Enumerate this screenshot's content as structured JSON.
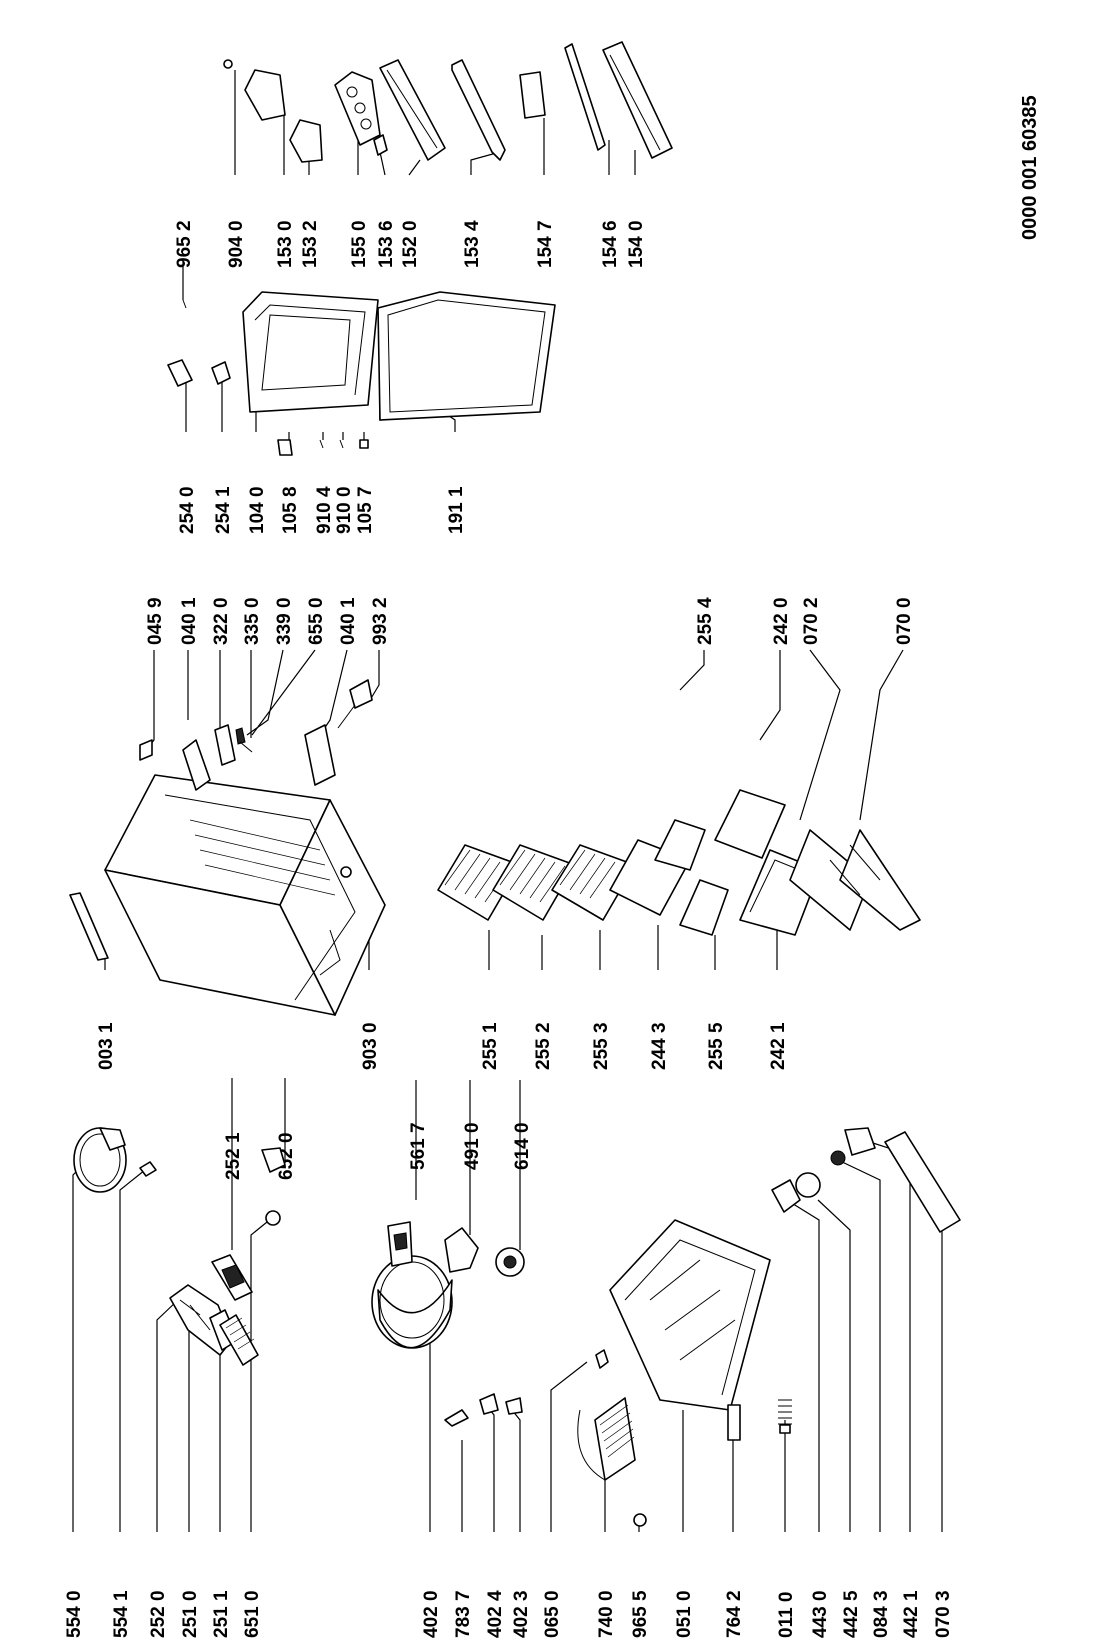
{
  "document_number": "0000 001 60385",
  "labels": {
    "l5540": "554 0",
    "l5541": "554 1",
    "l2520": "252 0",
    "l2510": "251 0",
    "l2511": "251 1",
    "l6510": "651 0",
    "l4020": "402 0",
    "l7837": "783 7",
    "l4024": "402 4",
    "l4023": "402 3",
    "l0650": "065 0",
    "l7400": "740 0",
    "l9655": "965 5",
    "l0510": "051 0",
    "l7642": "764 2",
    "l0110": "011 0",
    "l4430": "443 0",
    "l4425": "442 5",
    "l0843": "084 3",
    "l4421": "442 1",
    "l0703": "070 3",
    "l2521": "252 1",
    "l6520": "652 0",
    "l5617": "561 7",
    "l4910": "491 0",
    "l6140": "614 0",
    "l0031": "003 1",
    "l9030": "903 0",
    "l2551": "255 1",
    "l2552": "255 2",
    "l2553": "255 3",
    "l2443": "244 3",
    "l2555": "255 5",
    "l2421": "242 1",
    "l0459": "045 9",
    "l0401a": "040 1",
    "l3220": "322 0",
    "l3350": "335 0",
    "l3390": "339 0",
    "l6550": "655 0",
    "l0401b": "040 1",
    "l9932": "993 2",
    "l2554": "255 4",
    "l2420": "242 0",
    "l0702": "070 2",
    "l0700": "070 0",
    "l2540": "254 0",
    "l2541": "254 1",
    "l1040": "104 0",
    "l1058": "105 8",
    "l9104": "910 4",
    "l9100": "910 0",
    "l1057": "105 7",
    "l1911": "191 1",
    "l9652": "965 2",
    "l9040": "904 0",
    "l1530": "153 0",
    "l1532": "153 2",
    "l1550": "155 0",
    "l1536": "153 6",
    "l1520": "152 0",
    "l1534": "153 4",
    "l1547": "154 7",
    "l1546": "154 6",
    "l1540": "154 0"
  }
}
